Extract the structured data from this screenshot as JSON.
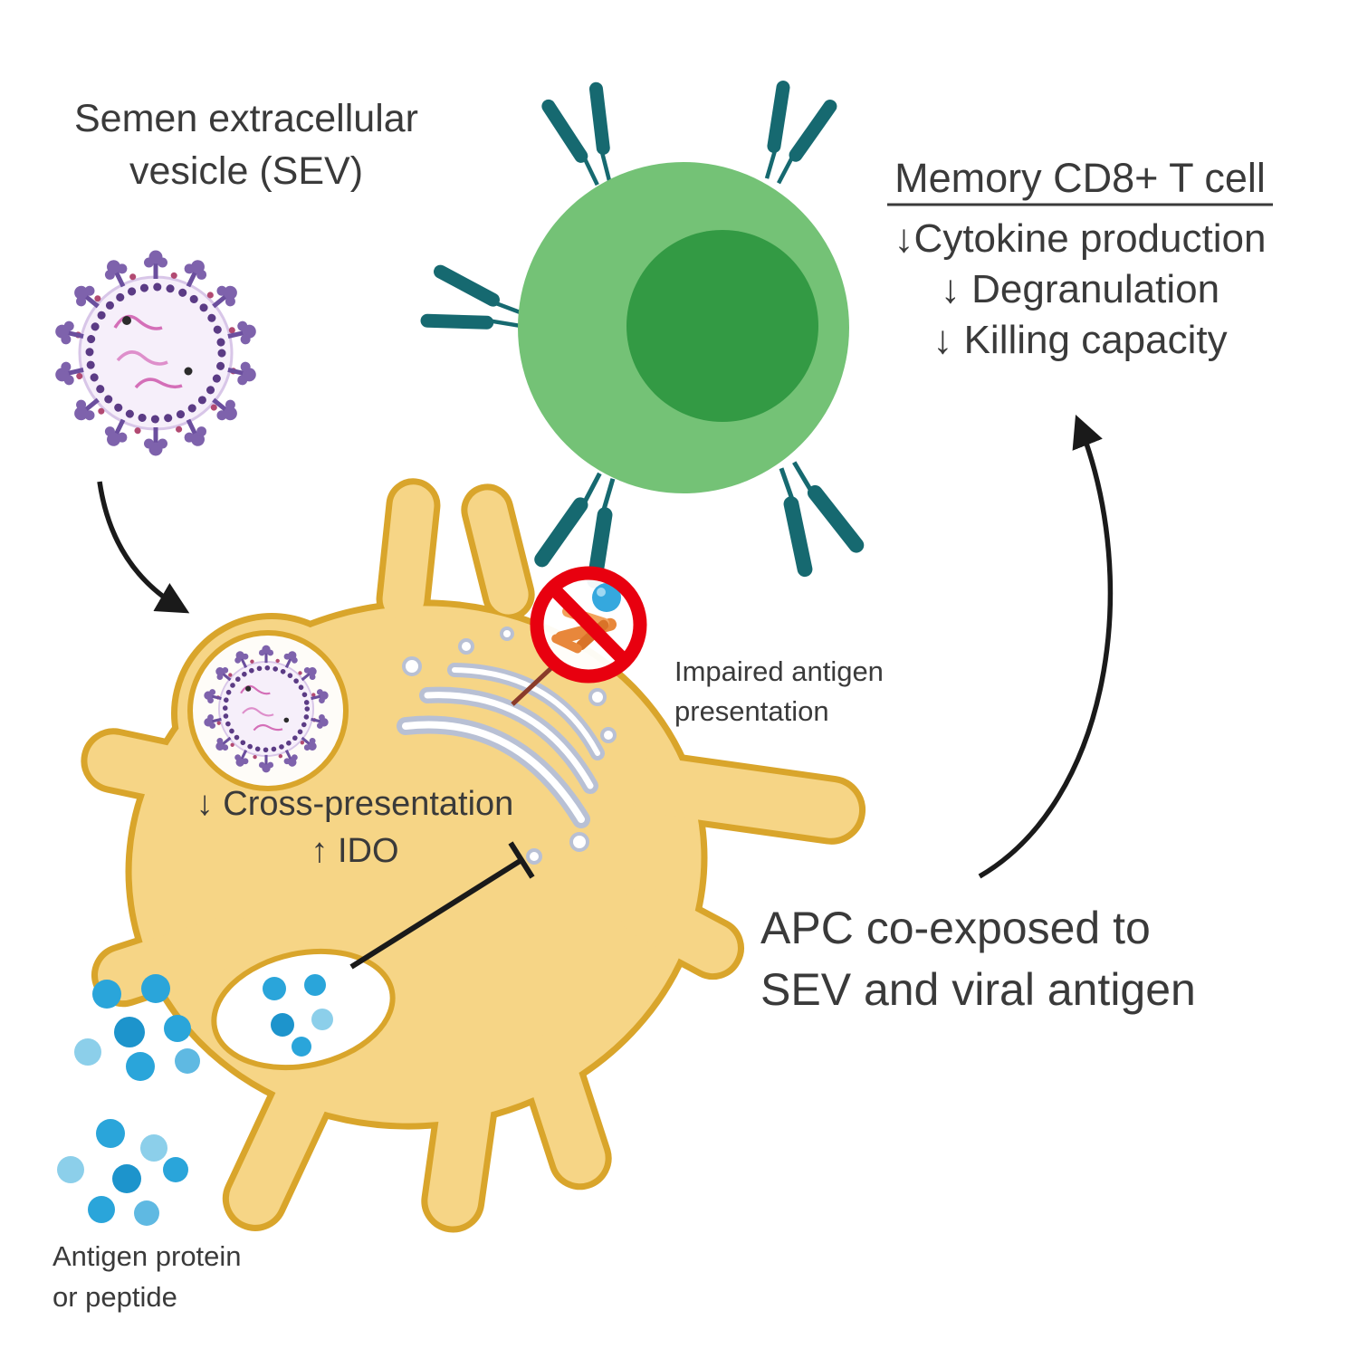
{
  "diagram": {
    "sev": {
      "title_line1": "Semen extracellular",
      "title_line2": "vesicle (SEV)"
    },
    "memory_tcell": {
      "title": "Memory CD8+ T cell",
      "effects": [
        "↓Cytokine production",
        "↓ Degranulation",
        "↓ Killing capacity"
      ]
    },
    "impaired": {
      "line1": "Impaired antigen",
      "line2": "presentation"
    },
    "apc": {
      "cross_presentation": "↓ Cross-presentation",
      "ido": "↑ IDO",
      "caption_line1": "APC co-exposed to",
      "caption_line2": "SEV and viral antigen"
    },
    "antigen": {
      "line1": "Antigen protein",
      "line2": "or peptide"
    }
  },
  "colors": {
    "sev_purple": "#6B4F9E",
    "sev_membrane_dot": "#5B3B85",
    "sev_interior": "#F6EFFA",
    "rna_pink": "#D46FB8",
    "apc_fill": "#F6D586",
    "apc_border": "#D9A52B",
    "tcell_body": "#74C276",
    "tcell_nucleus": "#339A44",
    "tcr_teal": "#166970",
    "antigen_blue": "#2AA5DA",
    "antigen_blue_light": "#8CCFEA",
    "prohibition_red": "#E8000F",
    "mhc_orange": "#E8873B",
    "golgi_gray": "#B8C0D4",
    "arrow_black": "#1A1A1A",
    "text_dark": "#3A3A3A"
  }
}
